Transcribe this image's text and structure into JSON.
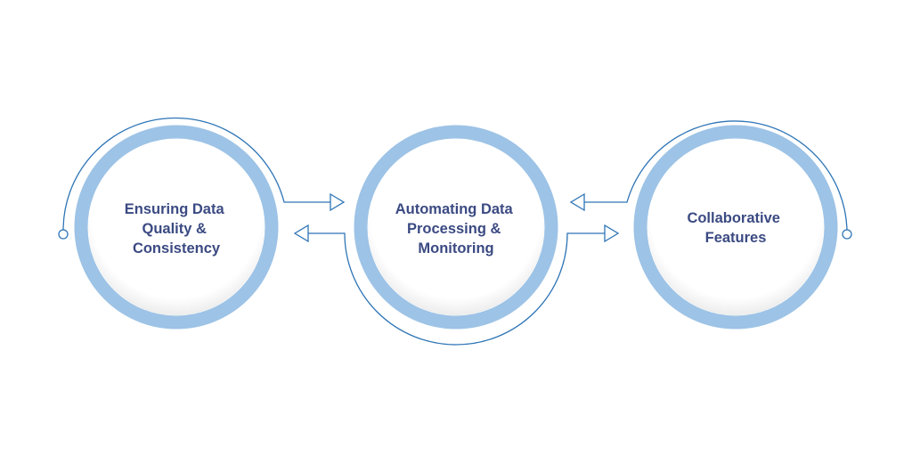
{
  "diagram": {
    "colors": {
      "ring": "#9dc3e6",
      "connector": "#2e75b6",
      "text": "#3b4a82",
      "disc_shadow": "#c9c9c9"
    },
    "nodes": [
      {
        "id": "quality",
        "lines": [
          "Ensuring Data",
          "Quality &",
          "Consistency"
        ]
      },
      {
        "id": "automation",
        "lines": [
          "Automating Data",
          "Processing &",
          "Monitoring"
        ]
      },
      {
        "id": "collab",
        "lines": [
          "Collaborative",
          "Features"
        ]
      }
    ],
    "edges": [
      {
        "from": "quality",
        "to": "automation"
      },
      {
        "from": "automation",
        "to": "quality"
      },
      {
        "from": "collab",
        "to": "automation"
      },
      {
        "from": "automation",
        "to": "collab"
      }
    ]
  }
}
